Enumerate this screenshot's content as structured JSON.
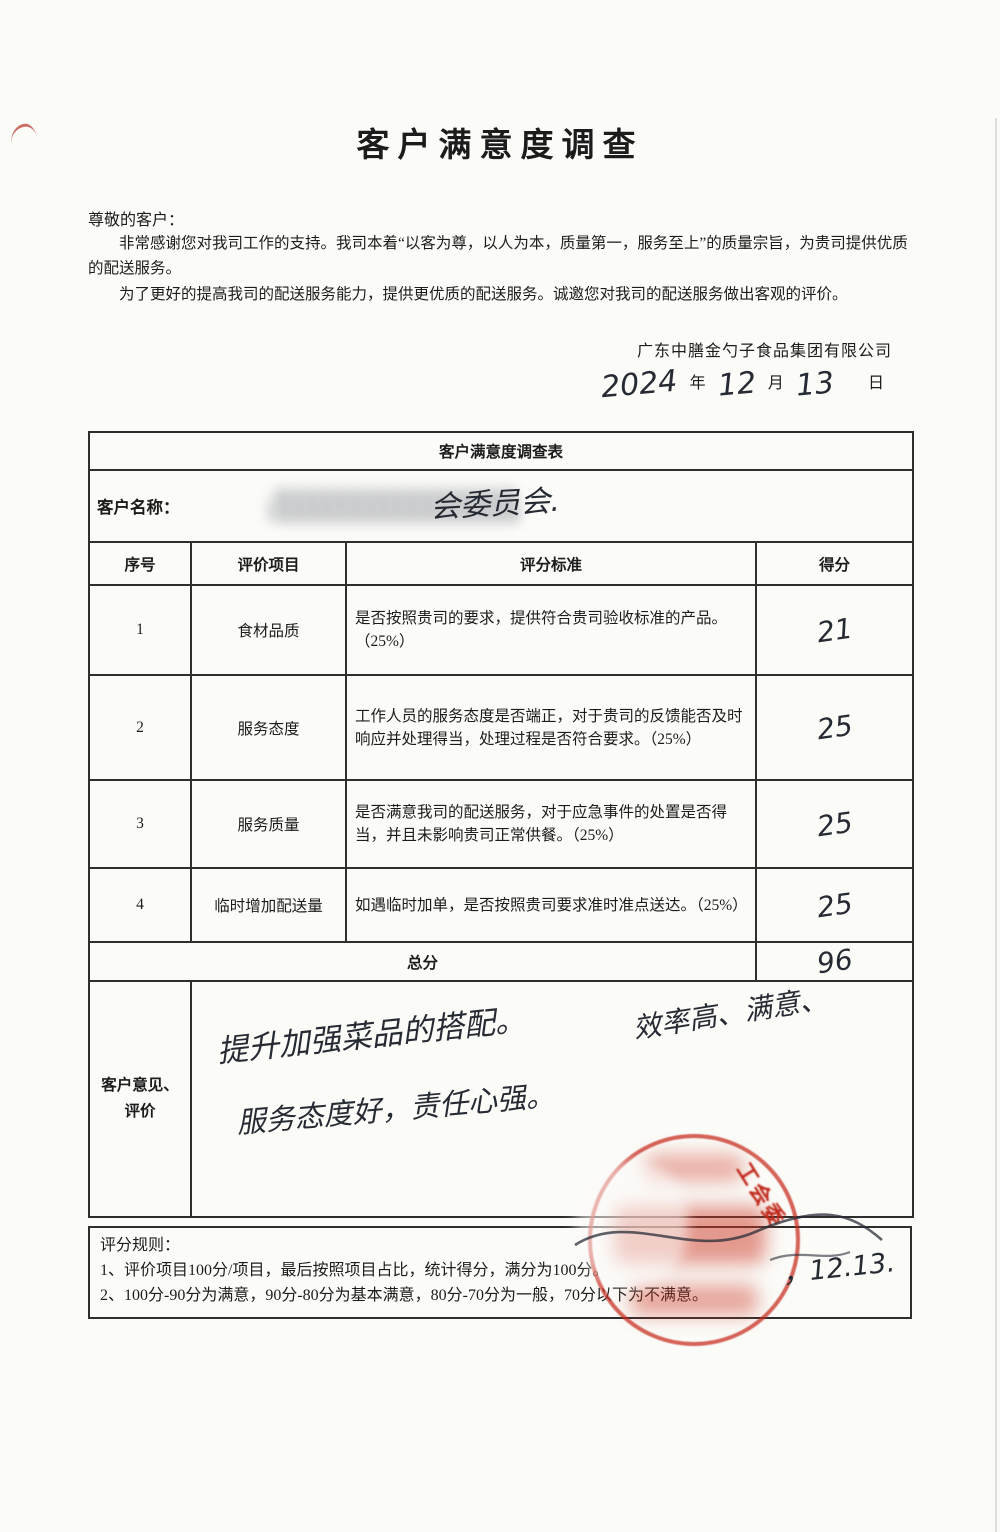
{
  "page": {
    "title": "客户满意度调查",
    "salutation": "尊敬的客户：",
    "para1": "非常感谢您对我司工作的支持。我司本着“以客为尊，以人为本，质量第一，服务至上”的质量宗旨，为贵司提供优质的配送服务。",
    "para2": "为了更好的提高我司的配送服务能力，提供更优质的配送服务。诚邀您对我司的配送服务做出客观的评价。",
    "company": "广东中膳金勺子食品集团有限公司",
    "date": {
      "year": "2024",
      "year_label": "年",
      "month": "12",
      "month_label": "月",
      "day": "13",
      "day_label": "日"
    }
  },
  "table": {
    "title": "客户满意度调查表",
    "customer_label": "客户名称：",
    "customer_name_visible": "会委员会.",
    "headers": [
      "序号",
      "评价项目",
      "评分标准",
      "得分"
    ],
    "rows": [
      {
        "no": "1",
        "item": "食材品质",
        "criteria": "是否按照贵司的要求，提供符合贵司验收标准的产品。（25%）",
        "score": "21"
      },
      {
        "no": "2",
        "item": "服务态度",
        "criteria": "工作人员的服务态度是否端正，对于贵司的反馈能否及时响应并处理得当，处理过程是否符合要求。（25%）",
        "score": "25"
      },
      {
        "no": "3",
        "item": "服务质量",
        "criteria": "是否满意我司的配送服务，对于应急事件的处置是否得当，并且未影响贵司正常供餐。（25%）",
        "score": "25"
      },
      {
        "no": "4",
        "item": "临时增加配送量",
        "criteria": "如遇临时加单，是否按照贵司要求准时准点送达。（25%）",
        "score": "25"
      }
    ],
    "total_label": "总分",
    "total_score": "96",
    "comment_label": "客户意见、评价",
    "comment_line1": "提升加强菜品的搭配。",
    "comment_line2": "效率高、满意、",
    "comment_line3": "服务态度好，责任心强。",
    "stamp_visible_text": "工会委",
    "stamp_date": "，12.13."
  },
  "rules": {
    "title": "评分规则：",
    "rule1": "1、评价项目100分/项目，最后按照项目占比，统计得分，满分为100分。",
    "rule2": "2、100分-90分为满意，90分-80分为基本满意，80分-70分为一般，70分以下为不满意。"
  },
  "colors": {
    "stamp_red": "#c02517",
    "ink": "#262a33"
  }
}
